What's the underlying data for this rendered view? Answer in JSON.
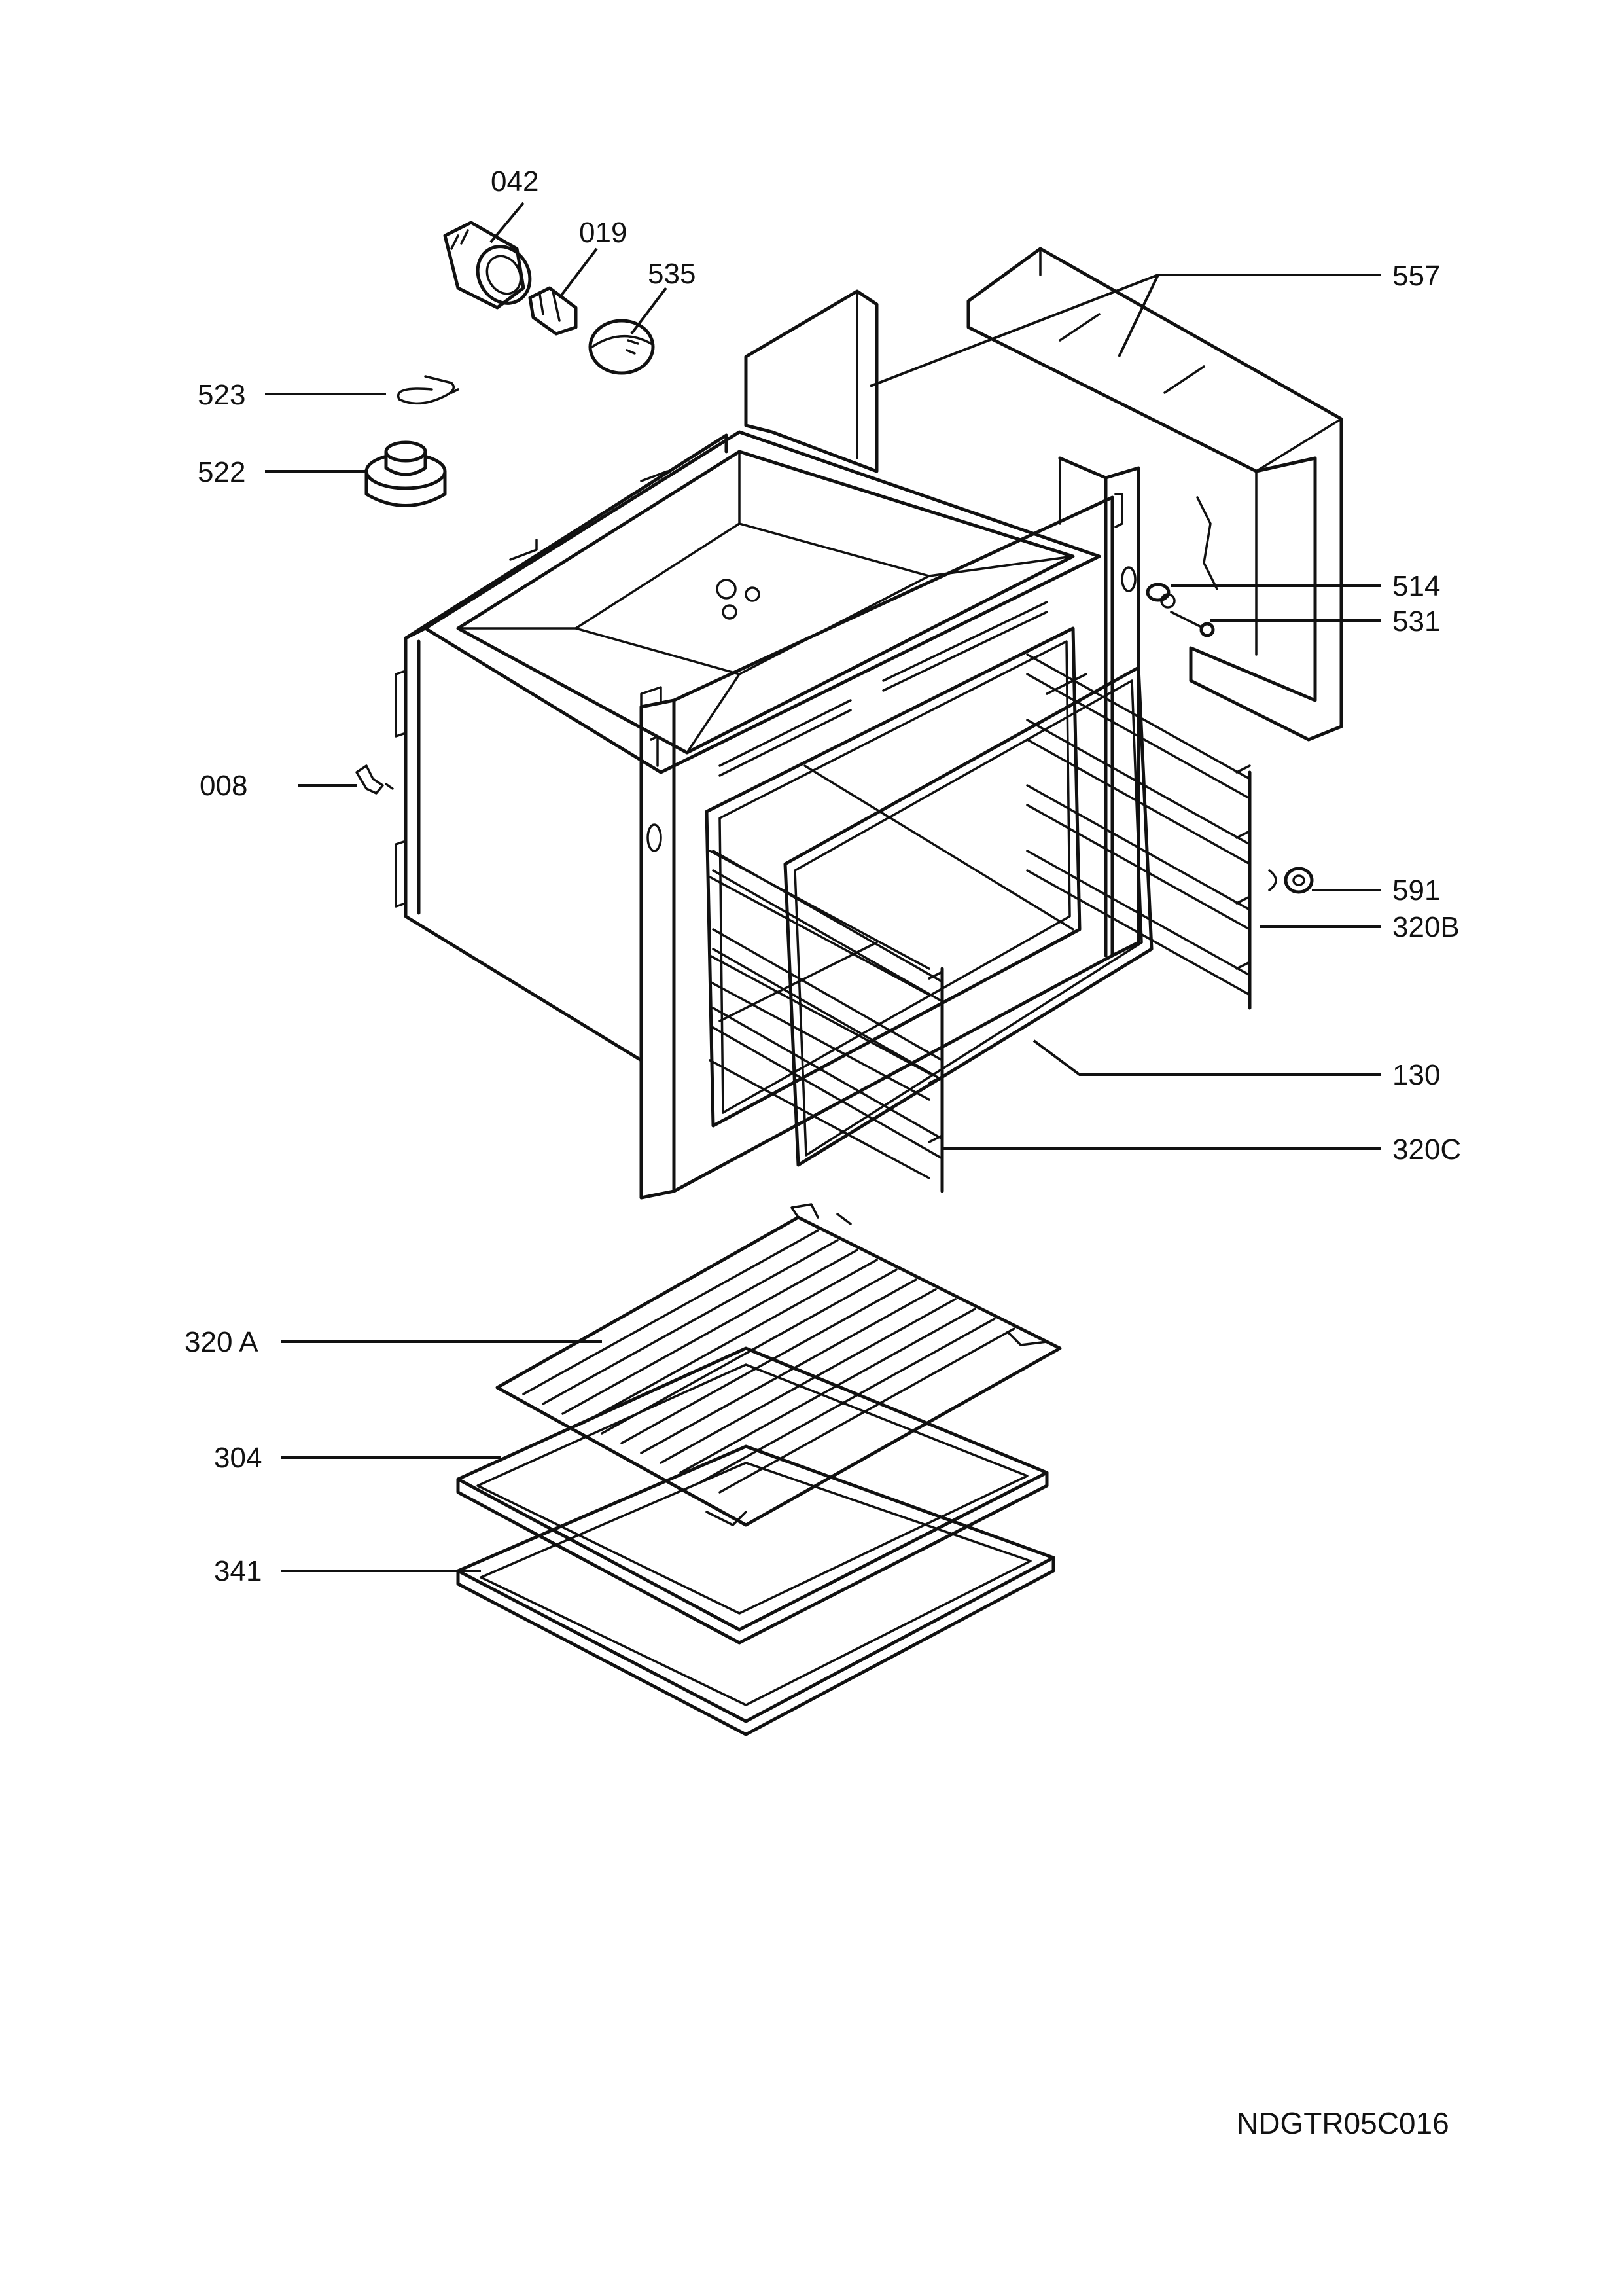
{
  "labels": {
    "p042": "042",
    "p019": "019",
    "p535": "535",
    "p557": "557",
    "p523": "523",
    "p522": "522",
    "p514": "514",
    "p531": "531",
    "p008": "008",
    "p591": "591",
    "p320B": "320B",
    "p130": "130",
    "p320C": "320C",
    "p320A": "320 A",
    "p304": "304",
    "p341": "341"
  },
  "drawing_code": "NDGTR05C016",
  "line_color": "#111111"
}
